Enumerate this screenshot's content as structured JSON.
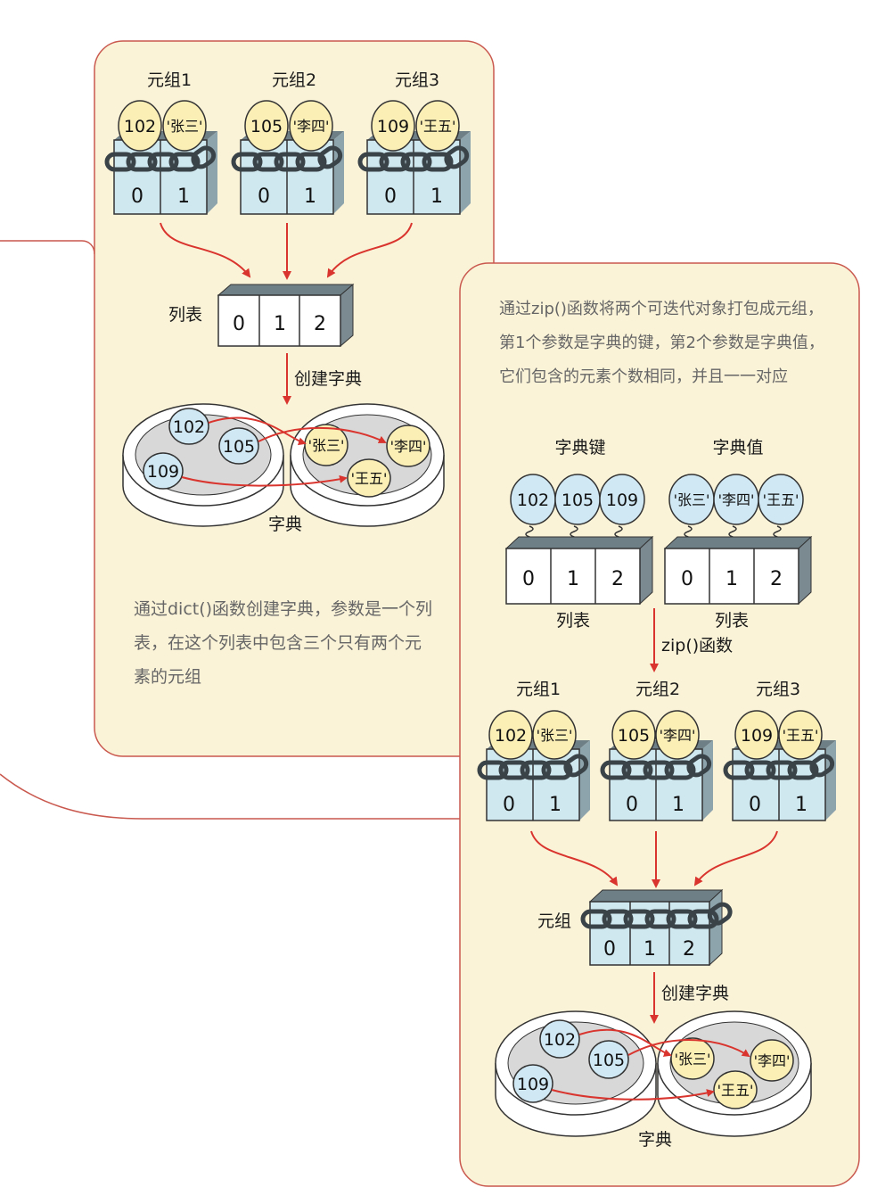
{
  "left_panel": {
    "tuple_labels": [
      "元组1",
      "元组2",
      "元组3"
    ],
    "tuples": [
      {
        "key": "102",
        "value": "'张三'"
      },
      {
        "key": "105",
        "value": "'李四'"
      },
      {
        "key": "109",
        "value": "'王五'"
      }
    ],
    "tuple_indices": [
      "0",
      "1"
    ],
    "list_label": "列表",
    "list_indices": [
      "0",
      "1",
      "2"
    ],
    "create_dict_label": "创建字典",
    "dict_label": "字典",
    "dict_keys": [
      "102",
      "105",
      "109"
    ],
    "dict_values": [
      "'张三'",
      "'李四'",
      "'王五'"
    ],
    "description_lines": [
      "通过dict()函数创建字典，参数是一个列",
      "表，在这个列表中包含三个只有两个元",
      "素的元组"
    ]
  },
  "right_panel": {
    "description_lines": [
      "通过zip()函数将两个可迭代对象打包成元组，",
      "第1个参数是字典的键，第2个参数是字典值，",
      "它们包含的元素个数相同，并且一一对应"
    ],
    "keys_label": "字典键",
    "values_label": "字典值",
    "keys": [
      "102",
      "105",
      "109"
    ],
    "values": [
      "'张三'",
      "'李四'",
      "'王五'"
    ],
    "list_indices": [
      "0",
      "1",
      "2"
    ],
    "list_label": "列表",
    "zip_label": "zip()函数",
    "tuple_labels": [
      "元组1",
      "元组2",
      "元组3"
    ],
    "tuples": [
      {
        "key": "102",
        "value": "'张三'"
      },
      {
        "key": "105",
        "value": "'李四'"
      },
      {
        "key": "109",
        "value": "'王五'"
      }
    ],
    "tuple_indices": [
      "0",
      "1"
    ],
    "tuple_container_label": "元组",
    "tuple_container_indices": [
      "0",
      "1",
      "2"
    ],
    "create_dict_label": "创建字典",
    "dict_label": "字典",
    "dict_keys": [
      "102",
      "105",
      "109"
    ],
    "dict_values": [
      "'张三'",
      "'李四'",
      "'王五'"
    ]
  },
  "colors": {
    "panel_fill": "#fbf3d8",
    "panel_border": "#c9584e",
    "box_fill": "#cfe8ef",
    "box_top": "#6f7f86",
    "oval_fill": "#fbefb6",
    "oval_blue": "#cfe8f4",
    "arrow": "#d9352e",
    "chain": "#3a4348"
  }
}
